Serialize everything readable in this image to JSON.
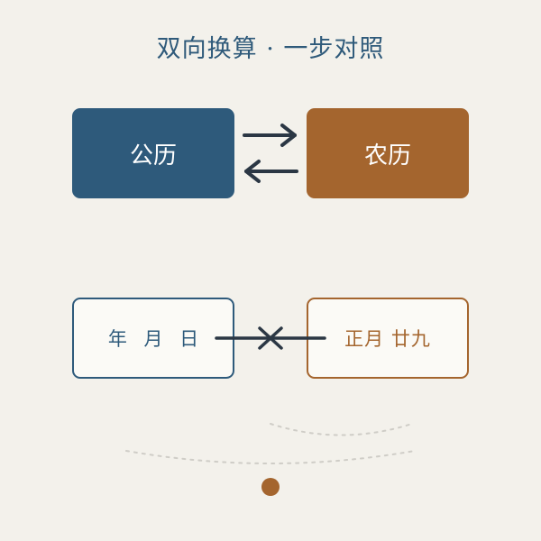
{
  "title": "双向换算 · 一步对照",
  "calendars": {
    "solar": {
      "label": "公历"
    },
    "lunar": {
      "label": "农历"
    }
  },
  "example": {
    "solar_date": "年 月 日",
    "lunar_date": "正月 廿九"
  },
  "colors": {
    "background": "#f3f1eb",
    "solar": "#2e5a7b",
    "lunar": "#a4652e",
    "arrow": "#2b3744",
    "dots": "#cfcdc7"
  }
}
